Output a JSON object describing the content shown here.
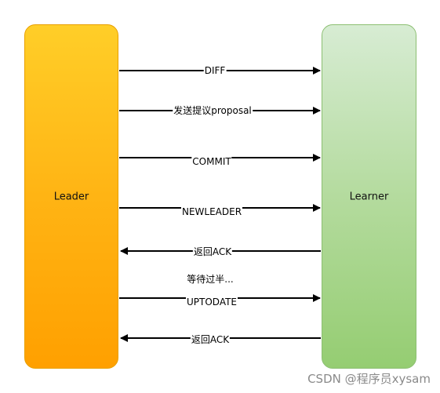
{
  "participants": {
    "leader": {
      "label": "Leader",
      "color": "#ffb414"
    },
    "learner": {
      "label": "Learner",
      "color": "#b4db9e"
    }
  },
  "messages": [
    {
      "label": "DIFF",
      "direction": "to-learner"
    },
    {
      "label": "发送提议proposal",
      "direction": "to-learner"
    },
    {
      "label": "COMMIT",
      "direction": "to-learner"
    },
    {
      "label": "NEWLEADER",
      "direction": "to-learner"
    },
    {
      "label": "返回ACK",
      "direction": "to-leader"
    },
    {
      "label": "UPTODATE",
      "direction": "to-learner"
    },
    {
      "label": "返回ACK",
      "direction": "to-leader"
    }
  ],
  "note": "等待过半...",
  "watermark": "CSDN @程序员xysam"
}
